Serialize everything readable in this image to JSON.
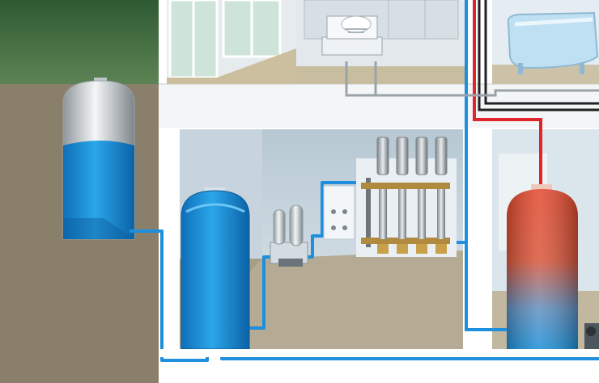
{
  "scene": {
    "kind": "house-cutaway-water-supply-illustration",
    "text_labels": []
  },
  "colors": {
    "ground": "#8a7f6b",
    "grass": "#3f6a3e",
    "wall": "#ffffff",
    "room_wall": "#c9d6df",
    "room_floor": "#b5ab94",
    "water_blue": "#1e8fd6",
    "pipe_blue": "#1d8fdc",
    "pipe_red": "#e0262b",
    "pipe_black": "#222222",
    "pipe_grey": "#9aa3a8",
    "hot_water_top": "#e0472b"
  },
  "components": [
    {
      "id": "storage-tank-outside",
      "type": "water-tank",
      "fill_level_percent": 62
    },
    {
      "id": "storage-tank-basement",
      "type": "water-tank",
      "fill_level_percent": 100
    },
    {
      "id": "pressure-pump-unit",
      "type": "pump"
    },
    {
      "id": "filter-panel",
      "type": "filter"
    },
    {
      "id": "distribution-manifold",
      "type": "manifold",
      "outlets": 4
    },
    {
      "id": "hot-water-boiler",
      "type": "water-heater"
    },
    {
      "id": "dishwasher",
      "type": "appliance"
    },
    {
      "id": "bathtub",
      "type": "fixture"
    }
  ]
}
